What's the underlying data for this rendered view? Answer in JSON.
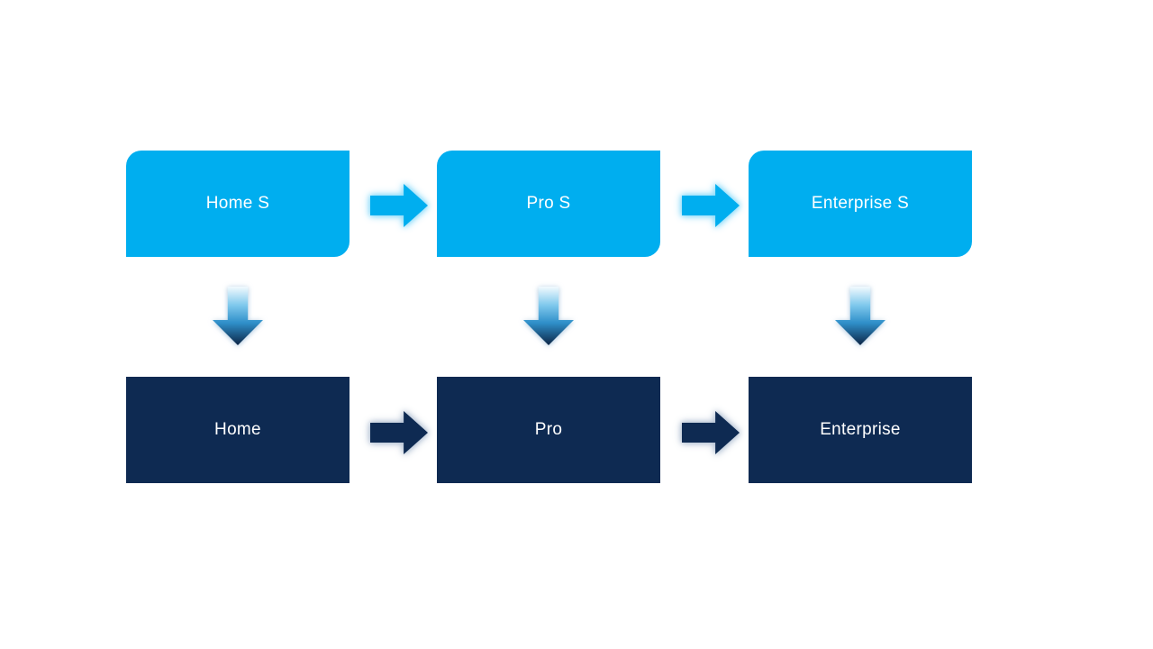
{
  "slide": {
    "columns": [
      {
        "top_label": "Home S",
        "bottom_label": "Home"
      },
      {
        "top_label": "Pro S",
        "bottom_label": "Pro"
      },
      {
        "top_label": "Enterprise S",
        "bottom_label": "Enterprise"
      }
    ],
    "colors": {
      "top_box": "#00AEEF",
      "bottom_box": "#0E2A52",
      "label_text": "#FFFFFF",
      "top_arrow_fill": "#00AEEF",
      "top_arrow_glow": "#8EDCFA",
      "bottom_arrow_fill": "#0E2A52",
      "bottom_arrow_glow": "#B4C2D4",
      "down_arrow_grad_top": "#F2FAFE",
      "down_arrow_grad_mid": "#7EC8EC",
      "down_arrow_grad_lower": "#2F8FC9",
      "down_arrow_grad_bottom": "#0C2546"
    }
  }
}
